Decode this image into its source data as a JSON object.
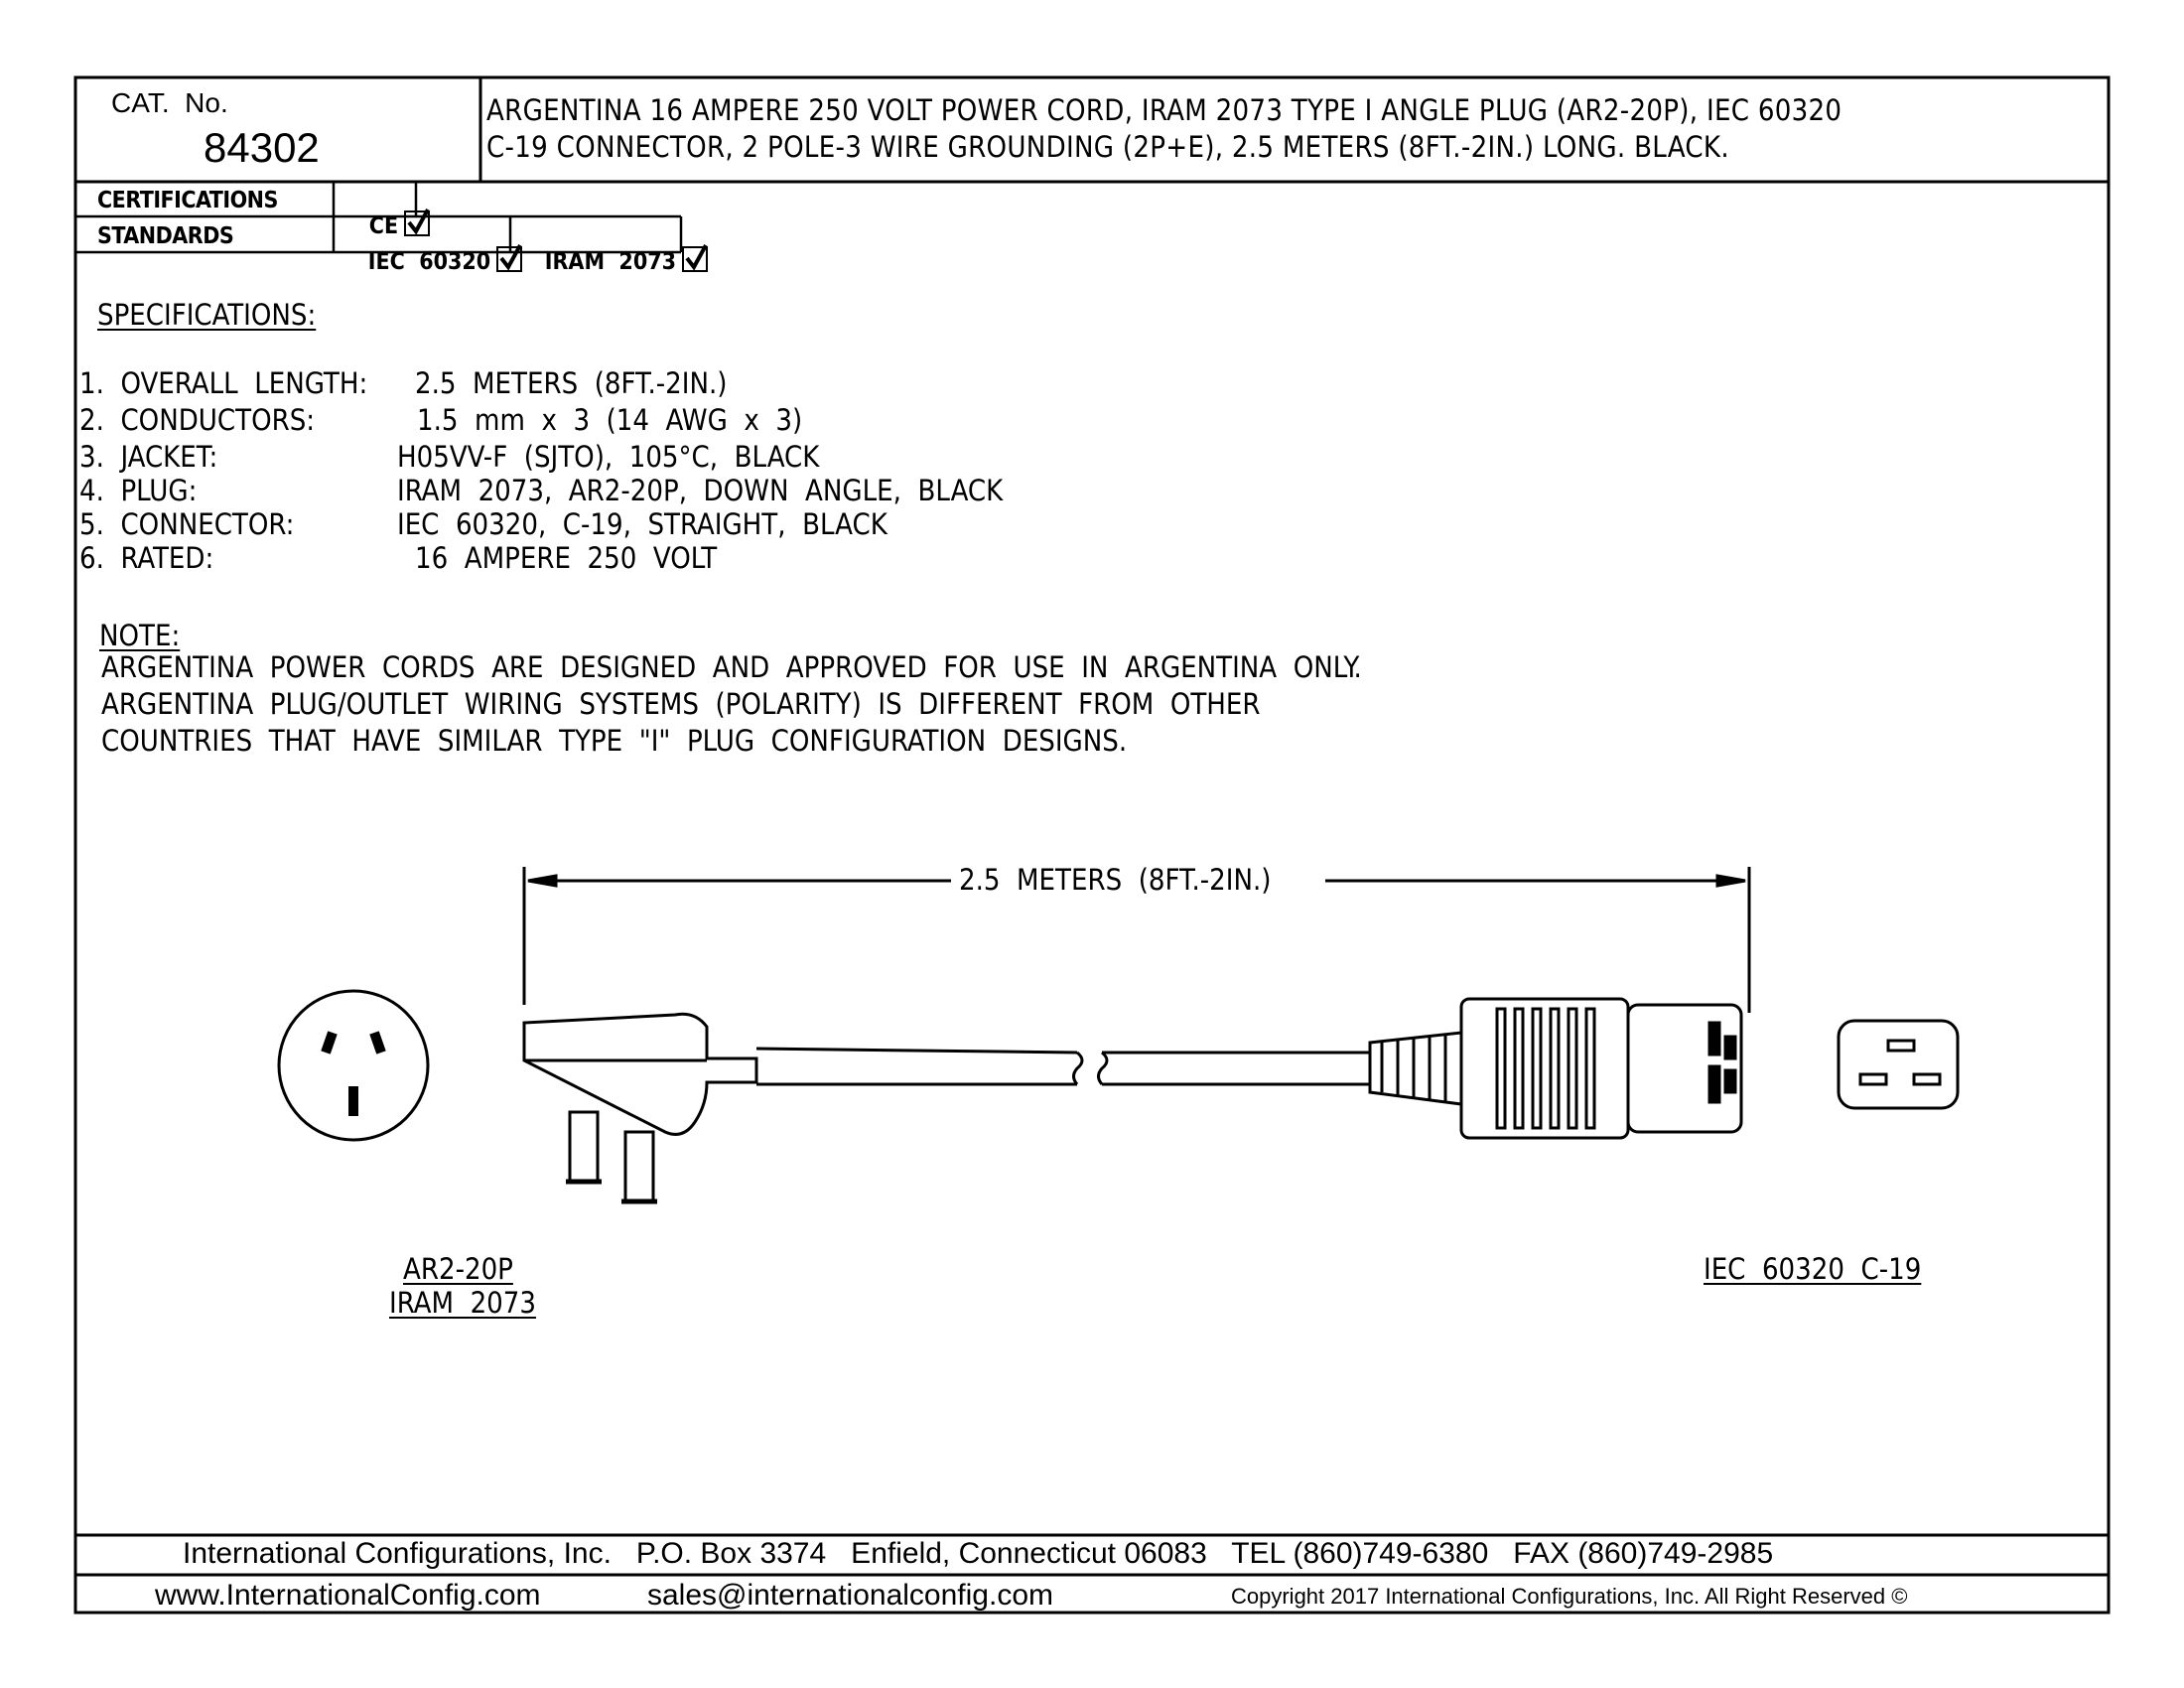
{
  "header": {
    "cat_label": "CAT.  No.",
    "cat_number": "84302",
    "title_line1": "ARGENTINA 16 AMPERE 250 VOLT POWER CORD, IRAM 2073 TYPE I ANGLE PLUG (AR2-20P), IEC 60320",
    "title_line2": "C-19 CONNECTOR, 2 POLE-3 WIRE GROUNDING (2P+E), 2.5 METERS (8FT.-2IN.) LONG. BLACK."
  },
  "certifications": {
    "label": "CERTIFICATIONS",
    "items": [
      {
        "name": "CE",
        "checked": true
      }
    ]
  },
  "standards": {
    "label": "STANDARDS",
    "items": [
      {
        "name": "IEC  60320",
        "checked": true
      },
      {
        "name": "IRAM  2073",
        "checked": true
      }
    ]
  },
  "specifications": {
    "heading": "SPECIFICATIONS:",
    "items": [
      {
        "label": "1.  OVERALL  LENGTH:",
        "value": "2.5  METERS  (8FT.-2IN.)"
      },
      {
        "label": "2.  CONDUCTORS:",
        "value": "1.5  mm  x  3  (14  AWG  x  3)"
      },
      {
        "label": "3.  JACKET:",
        "value": "H05VV-F  (SJTO),  105°C,  BLACK"
      },
      {
        "label": "4.  PLUG:",
        "value": "IRAM  2073,  AR2-20P,  DOWN  ANGLE,  BLACK"
      },
      {
        "label": "5.  CONNECTOR:",
        "value": "IEC  60320,  C-19,  STRAIGHT,  BLACK"
      },
      {
        "label": "6.  RATED:",
        "value": "16  AMPERE  250  VOLT"
      }
    ]
  },
  "note": {
    "heading": "NOTE:",
    "lines": [
      "ARGENTINA  POWER  CORDS  ARE  DESIGNED  AND  APPROVED  FOR  USE  IN  ARGENTINA  ONLY.",
      "ARGENTINA  PLUG/OUTLET  WIRING  SYSTEMS  (POLARITY)  IS  DIFFERENT  FROM  OTHER",
      "COUNTRIES  THAT  HAVE  SIMILAR  TYPE  \"I\"  PLUG  CONFIGURATION  DESIGNS."
    ]
  },
  "drawing": {
    "dimension_label": "2.5  METERS  (8FT.-2IN.)",
    "plug_label_line1": "AR2-20P",
    "plug_label_line2": "IRAM  2073",
    "connector_label": "IEC  60320  C-19"
  },
  "footer": {
    "line1": "International Configurations, Inc.   P.O. Box 3374   Enfield, Connecticut 06083   TEL (860)749-6380   FAX (860)749-2985",
    "website": "www.InternationalConfig.com",
    "email": "sales@internationalconfig.com",
    "copyright": "Copyright 2017 International Configurations, Inc. All Right Reserved ©"
  }
}
